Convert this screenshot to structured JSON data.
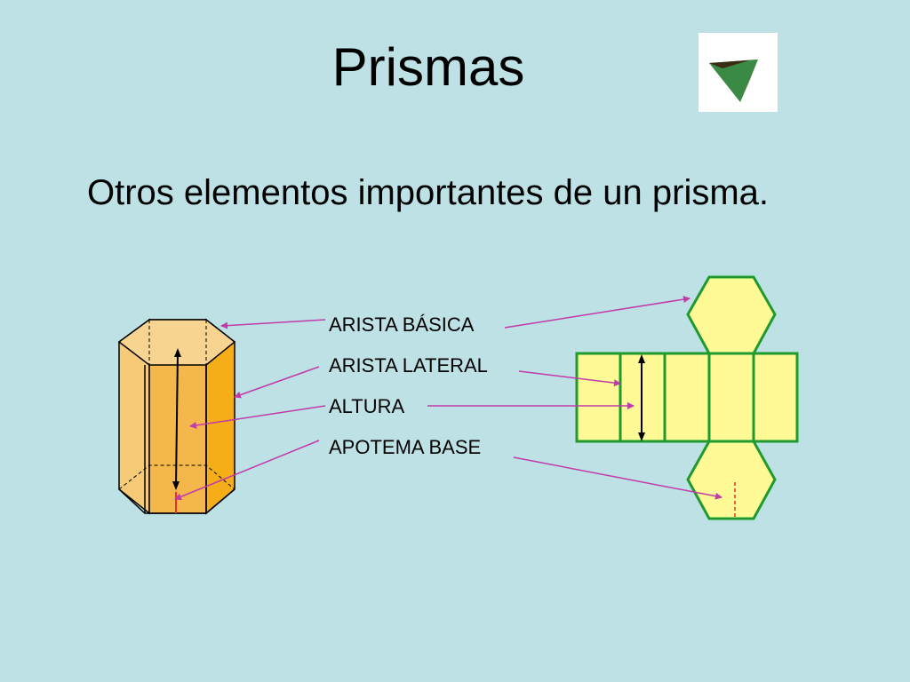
{
  "slide": {
    "title": "Prismas",
    "subtitle": "Otros elementos importantes de un prisma."
  },
  "labels": [
    {
      "id": "arista-basica",
      "text": "ARISTA BÁSICA"
    },
    {
      "id": "arista-lateral",
      "text": "ARISTA LATERAL"
    },
    {
      "id": "altura",
      "text": "ALTURA"
    },
    {
      "id": "apotema-base",
      "text": "APOTEMA BASE"
    }
  ],
  "logo": {
    "icon": "pyramid-icon"
  },
  "colors": {
    "background": "#bde1e4",
    "prism_front": "#f3b74c",
    "prism_left": "#f6ca76",
    "prism_right": "#f5ad18",
    "prism_top": "#f8d491",
    "net_fill": "#fffa96",
    "net_stroke": "#1f9a2f",
    "pointer": "#c13ba9",
    "apothem": "#e8302a",
    "height_arrow": "#000000",
    "logo_face_green": "#3a8a45",
    "logo_face_dark": "#3b2b17",
    "logo_face_brown": "#8a5a2b"
  }
}
